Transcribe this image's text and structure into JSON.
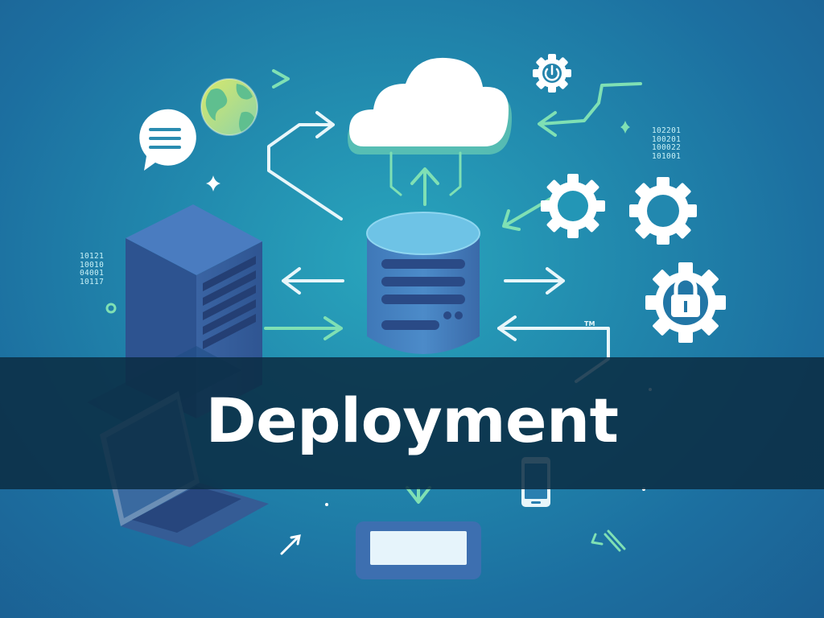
{
  "banner": {
    "title": "Deployment"
  },
  "trademark": "TM",
  "binary_left": [
    "10121",
    "10010",
    "04001",
    "10117"
  ],
  "binary_right": [
    "102201",
    "100201",
    "100022",
    "101001"
  ],
  "colors": {
    "background": "#1f7fa8",
    "accent_green": "#7fe0b4",
    "server_blue": "#3b68a7",
    "banner": "#0a2c42",
    "text": "#ffffff"
  },
  "icons": [
    "speech-bubble-icon",
    "globe-icon",
    "cloud-icon",
    "database-icon",
    "server-tower-icon",
    "laptop-icon",
    "tablet-icon",
    "smartphone-icon",
    "gear-icon",
    "lock-gear-icon",
    "power-gear-icon",
    "arrow-icon",
    "sparkle-icon",
    "cursor-icon"
  ]
}
